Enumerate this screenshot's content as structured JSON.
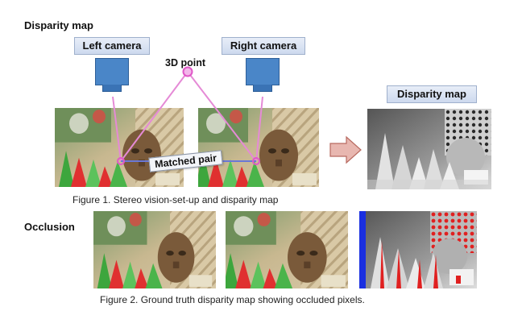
{
  "fig1": {
    "heading": "Disparity map",
    "left_camera": "Left camera",
    "right_camera": "Right camera",
    "point_label": "3D point",
    "matched_label": "Matched pair",
    "output_label": "Disparity map",
    "caption": "Figure 1. Stereo vision-set-up and disparity map"
  },
  "fig2": {
    "heading": "Occlusion",
    "caption": "Figure 2. Ground truth disparity map showing occluded pixels."
  },
  "colors": {
    "camera": "#4a86c8",
    "ray": "#e58ad6",
    "arrow": "#e8b7b0",
    "occlusion": "#e02020"
  }
}
